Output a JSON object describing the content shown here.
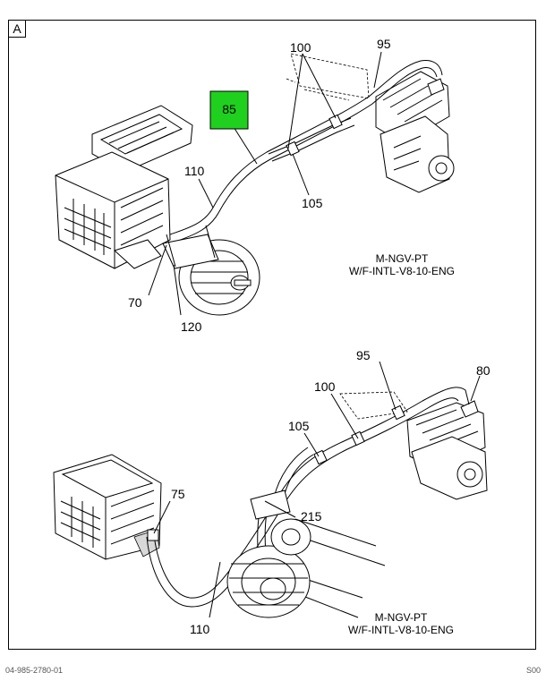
{
  "panel_tag": "A",
  "highlight": {
    "label": "85",
    "color": "#1fd01f"
  },
  "top_view": {
    "callouts": {
      "c100": "100",
      "c95": "95",
      "c110": "110",
      "c105": "105",
      "c70": "70",
      "c120": "120"
    },
    "spec_line1": "M-NGV-PT",
    "spec_line2": "W/F-INTL-V8-10-ENG"
  },
  "bottom_view": {
    "callouts": {
      "c95": "95",
      "c80": "80",
      "c100": "100",
      "c105": "105",
      "c75": "75",
      "c215": "215",
      "c110": "110"
    },
    "spec_line1": "M-NGV-PT",
    "spec_line2": "W/F-INTL-V8-10-ENG"
  },
  "footer": {
    "left": "04-985-2780-01",
    "right": "S00"
  }
}
